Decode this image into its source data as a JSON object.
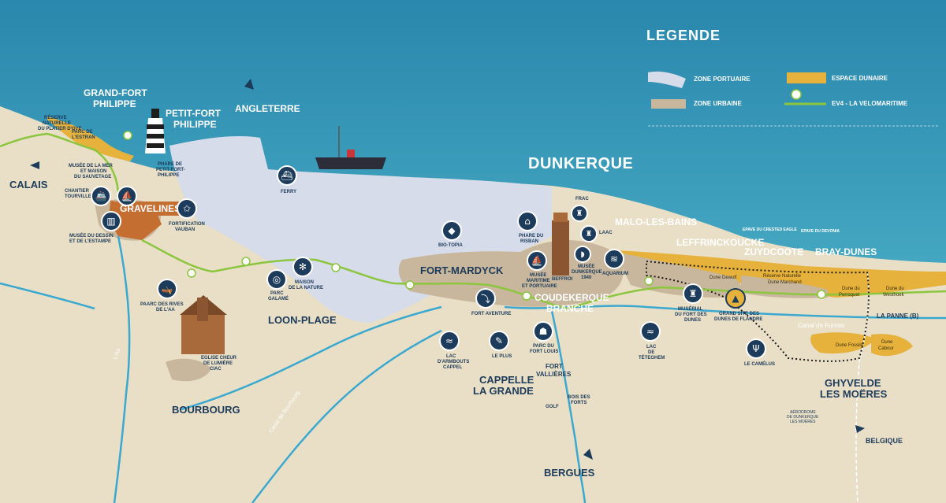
{
  "legend": {
    "title": "LEGENDE",
    "items": [
      {
        "label": "ZONE PORTUAIRE",
        "color": "#d7dcea"
      },
      {
        "label": "ESPACE DUNAIRE",
        "color": "#e6b23c"
      },
      {
        "label": "ZONE URBAINE",
        "color": "#c8b79c"
      },
      {
        "label": "EV4 - LA VELOMARITIME",
        "color": "#8cc63f"
      }
    ]
  },
  "colors": {
    "sea": "#2c8fb2",
    "sea_light": "#5ec0d0",
    "land": "#e9dfc7",
    "port": "#d7dcea",
    "urban": "#c8b79c",
    "dune": "#e6b23c",
    "route": "#8cc63f",
    "canal": "#3aa8cf",
    "marker": "#1d3b5a"
  },
  "places": {
    "calais": "CALAIS",
    "grand_fort_philippe_1": "GRAND-FORT",
    "grand_fort_philippe_2": "PHILIPPE",
    "petit_fort_philippe_1": "PETIT-FORT",
    "petit_fort_philippe_2": "PHILIPPE",
    "angleterre": "ANGLETERRE",
    "gravelines": "GRAVELINES",
    "loon_plage": "LOON-PLAGE",
    "bourbourg": "BOURBOURG",
    "fort_mardyck": "FORT-MARDYCK",
    "dunkerque": "DUNKERQUE",
    "coudekerque_1": "COUDEKERQUE",
    "coudekerque_2": "BRANCHE",
    "cappelle_1": "CAPPELLE",
    "cappelle_2": "LA GRANDE",
    "bergues": "BERGUES",
    "malo": "MALO-LES-BAINS",
    "leffrinckoucke": "LEFFRINCKOUCKE",
    "zuydcoote": "ZUYDCOOTE",
    "bray_dunes": "BRAY-DUNES",
    "ghyvelde_1": "GHYVELDE",
    "ghyvelde_2": "LES MOËRES",
    "la_panne": "LA PANNE (B)",
    "belgique": "BELGIQUE"
  },
  "pois": {
    "reserve_platier_1": "Réserve",
    "reserve_platier_2": "Naturelle",
    "reserve_platier_3": "du Platier d'Oye",
    "parc_estran_1": "Parc de",
    "parc_estran_2": "l'Estran",
    "musee_mer_1": "MUSÉE DE LA MER",
    "musee_mer_2": "ET MAISON",
    "musee_mer_3": "DU SAUVETAGE",
    "chantier_1": "CHANTIER",
    "chantier_2": "TOURVILLE",
    "musee_dessin_1": "MUSÉE DU DESSIN",
    "musee_dessin_2": "ET DE L'ESTAMPE",
    "phare_1": "PHARE DE",
    "phare_2": "PETIT-FORT-",
    "phare_3": "PHILIPPE",
    "fortification_1": "FORTIFICATION",
    "fortification_2": "VAUBAN",
    "ferry": "FERRY",
    "parc_rives_1": "PAARC DES RIVES",
    "parc_rives_2": "DE L'AA",
    "parc_galame_1": "PARC",
    "parc_galame_2": "GALAMÉ",
    "maison_nature_1": "MAISON",
    "maison_nature_2": "DE LA NATURE",
    "eglise_1": "EGLISE CHEUR",
    "eglise_2": "DE LUMIÈRE",
    "eglise_3": "CIAC",
    "bio_topia": "BIO-TOPIA",
    "fort_aventure": "FORT AVENTURE",
    "phare_risban_1": "PHARE DU",
    "phare_risban_2": "RISBAN",
    "musee_maritime_1": "MUSÉE",
    "musee_maritime_2": "MARITIME",
    "musee_maritime_3": "ET PORTUAIRE",
    "frac": "FRAC",
    "laac": "LAAC",
    "musee_1940_1": "MUSÉE",
    "musee_1940_2": "DUNKERQUE",
    "musee_1940_3": "1940",
    "beffroi": "BEFFROI",
    "aquarium": "AQUARIUM",
    "epave_crested": "EPAVE DU CRESTED EAGLE",
    "epave_devonia": "EPAVE DU DEVONIA",
    "dune_dewulf": "Dune Dewulf",
    "reserve_marchand_1": "Réserve Naturelle",
    "reserve_marchand_2": "Dune Marchand",
    "dune_perroquet_1": "Dune du",
    "dune_perroquet_2": "Perroquet",
    "dune_westhoek_1": "Dune du",
    "dune_westhoek_2": "Westhoek",
    "dune_fossile": "Dune Fossile",
    "dune_cabour_1": "Dune",
    "dune_cabour_2": "Cabour",
    "museal_1": "MUSÉRIAL",
    "museal_2": "DU FORT DES",
    "museal_3": "DUNES",
    "grand_site_1": "GRAND SITE DES",
    "grand_site_2": "DUNES DE FLANDRE",
    "canal_furnes": "Canal de Furnes",
    "canal_bourbourg": "Canal de Bourbourg",
    "laa": "L'Aa",
    "lac_armbouts_1": "LAC",
    "lac_armbouts_2": "D'ARMBOUTS",
    "lac_armbouts_3": "CAPPEL",
    "le_plus": "LE PLUS",
    "parc_fort_louis_1": "PARC DU",
    "parc_fort_louis_2": "FORT LOUIS",
    "fort_vallieres_1": "FORT",
    "fort_vallieres_2": "VALLIÈRES",
    "bois_forts_1": "BOIS DES",
    "bois_forts_2": "FORTS",
    "golf": "GOLF",
    "lac_tetegem_1": "LAC",
    "lac_tetegem_2": "DE",
    "lac_tetegem_3": "TÉTEGHEM",
    "camelus": "LE CAMÉLUS",
    "aerodrome_1": "Aérodrome",
    "aerodrome_2": "de Dunkerque",
    "aerodrome_3": "Les Moëres"
  },
  "icons": {
    "boat": "⛵",
    "ship": "🚢",
    "star": "✩",
    "ferry": "⛴",
    "kayak": "🛶",
    "top": "◎",
    "bee": "✻",
    "seal": "◆",
    "zip": "⤵",
    "lighthouse": "⌂",
    "tall_ship": "⛵",
    "castle": "♜",
    "helmet": "◗",
    "fish": "≋",
    "wave": "≈",
    "telescope": "✎",
    "dino": "☗",
    "emu": "Ψ",
    "tower": "▥",
    "dune": "▲"
  }
}
